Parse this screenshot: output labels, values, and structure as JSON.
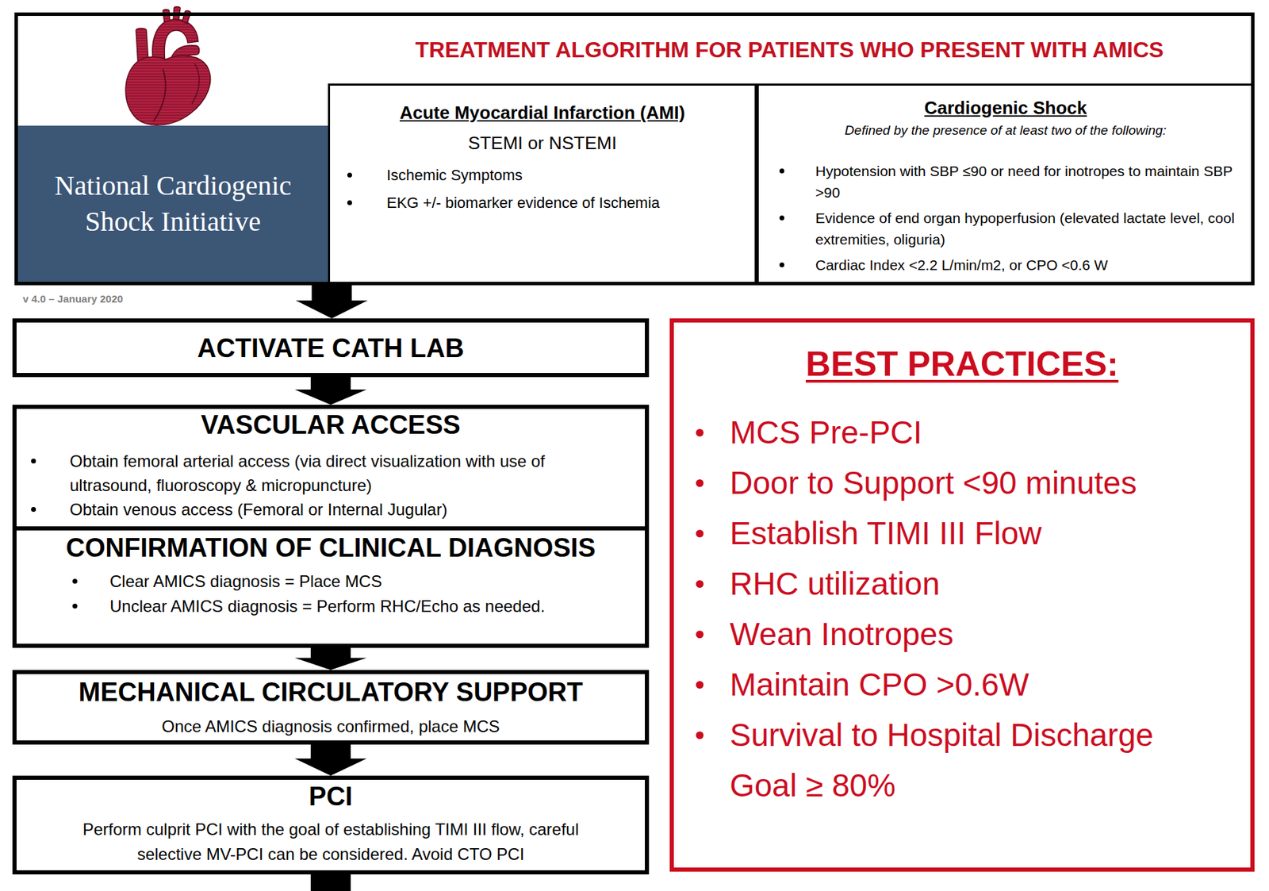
{
  "diagram": {
    "nodes": [
      {
        "text": [
          "TREATMENT ALGORITHM FOR PATIENTS WHO PRESENT WITH AMICS"
        ]
      },
      {
        "text": [
          "National Cardiogenic Shock Initiative"
        ],
        "in": 0
      },
      {
        "text": [
          "Acute Myocardial Infarction (AMI)",
          "STEMI or NSTEMI",
          "Ischemic Symptoms",
          "EKG +/- biomarker evidence of Ischemia"
        ],
        "in": 0
      },
      {
        "text": [
          "Cardiogenic Shock",
          "Defined by the presence of at least two of the following:",
          "Hypotension with SBP ≤90 or need for inotropes to maintain SBP >90",
          "Evidence of end organ hypoperfusion (elevated lactate level, cool extremities, oliguria)",
          "Cardiac Index <2.2 L/min/m2, or CPO <0.6 W"
        ],
        "in": 0
      },
      {
        "text": [
          "ACTIVATE CATH LAB"
        ]
      },
      {
        "text": [
          "VASCULAR ACCESS",
          "Obtain femoral arterial access (via direct visualization with use of ultrasound, fluoroscopy & micropuncture)",
          "Obtain venous access (Femoral or Internal Jugular)"
        ]
      },
      {
        "text": [
          "CONFIRMATION OF CLINICAL DIAGNOSIS",
          "Clear AMICS diagnosis = Place MCS",
          "Unclear AMICS diagnosis = Perform RHC/Echo as needed."
        ]
      },
      {
        "text": [
          "MECHANICAL CIRCULATORY SUPPORT",
          "Once AMICS diagnosis confirmed, place MCS"
        ]
      },
      {
        "text": [
          "PCI",
          "Perform culprit PCI with the goal of establishing TIMI III flow, careful selective MV-PCI can be considered. Avoid CTO PCI"
        ]
      },
      {
        "text": [
          "BEST PRACTICES:",
          "MCS Pre-PCI",
          "Door to Support <90 minutes",
          "Establish TIMI III Flow",
          "RHC utilization",
          "Wean Inotropes",
          "Maintain CPO >0.6W",
          "Survival to Hospital Discharge Goal ≥ 80%"
        ]
      }
    ],
    "edges": [
      {
        "from": 0,
        "to": 4,
        "arrow": "to"
      },
      {
        "from": 4,
        "to": 5,
        "arrow": "to"
      },
      {
        "from": 6,
        "to": 7,
        "arrow": "to"
      },
      {
        "from": 7,
        "to": 8,
        "arrow": "to"
      }
    ],
    "labels": [
      "v 4.0 – January 2020"
    ]
  }
}
